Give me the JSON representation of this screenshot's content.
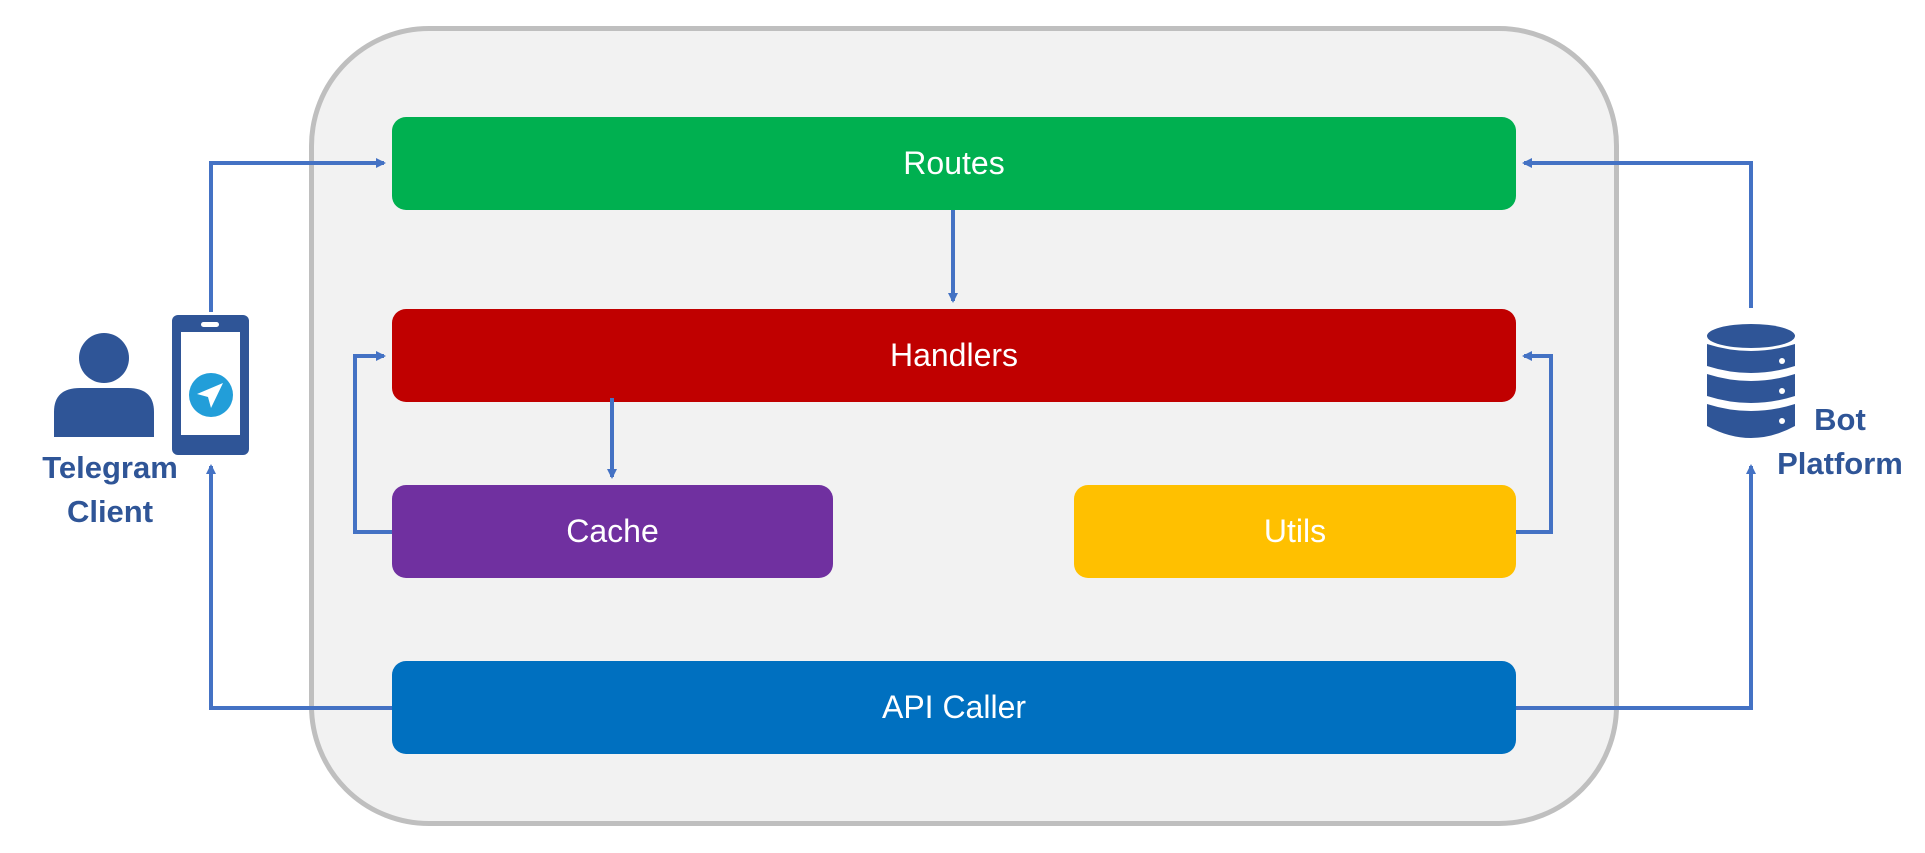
{
  "diagram": {
    "components": {
      "routes": "Routes",
      "handlers": "Handlers",
      "cache": "Cache",
      "utils": "Utils",
      "api_caller": "API Caller"
    },
    "external": {
      "client_label": "Telegram Client",
      "platform_label": "Bot Platform"
    },
    "colors": {
      "routes": "#00b050",
      "handlers": "#c00000",
      "cache": "#7030a0",
      "utils": "#ffc000",
      "api_caller": "#0070c0",
      "arrow": "#4472c4",
      "icon": "#2f5597",
      "container_fill": "#f2f2f2",
      "container_border": "#bfbfbf"
    },
    "icons": {
      "user": "user-icon",
      "phone": "phone-icon",
      "telegram": "telegram-icon",
      "database": "database-icon"
    }
  }
}
